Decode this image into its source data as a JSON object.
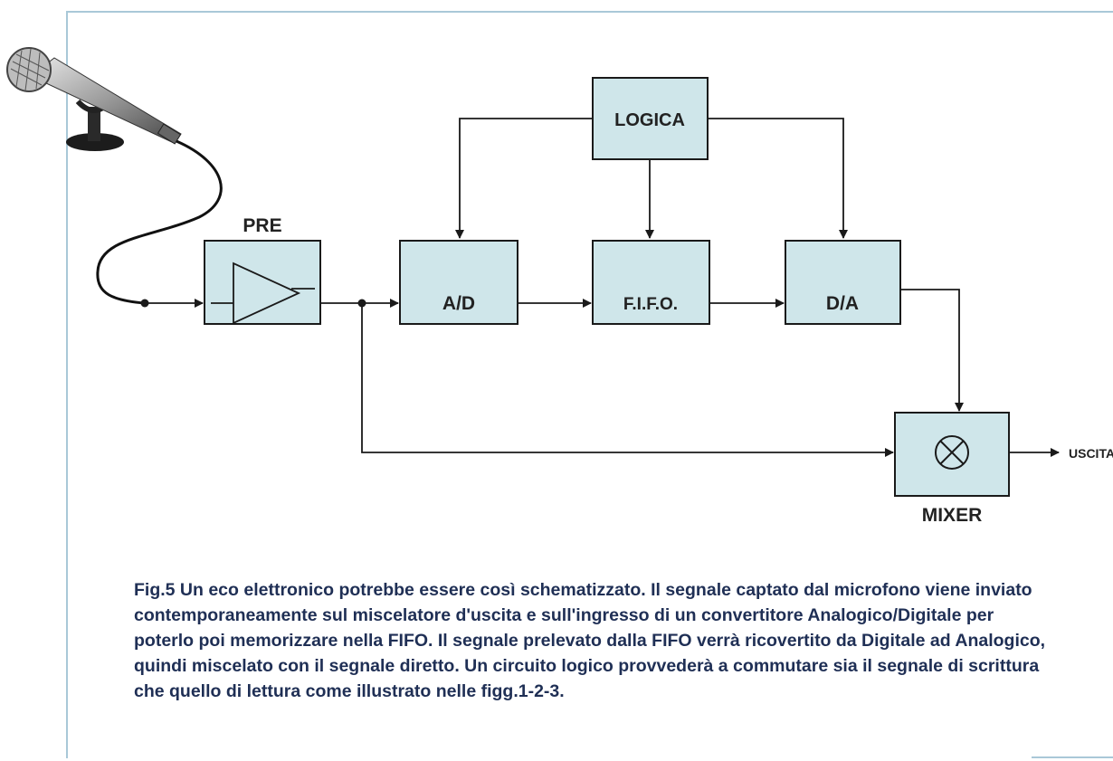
{
  "diagram": {
    "blocks": {
      "pre": "PRE",
      "logica": "LOGICA",
      "ad": "A/D",
      "fifo": "F.I.F.O.",
      "da": "D/A",
      "mixer": "MIXER"
    },
    "output_label": "USCITA"
  },
  "colors": {
    "block_fill": "#cfe6ea",
    "line": "#1a1a1a",
    "frame": "#a9c8d8",
    "caption_text": "#1f2f55"
  },
  "icons": [
    "microphone-icon",
    "amplifier-icon",
    "mixer-cross-icon"
  ],
  "caption": "Fig.5 Un eco elettronico potrebbe essere così schematizzato. Il segnale captato dal microfono viene inviato contemporaneamente sul miscelatore d'uscita e sull'ingresso di un convertitore Analogico/Digitale per poterlo poi memorizzare nella FIFO. Il segnale prelevato dalla FIFO verrà ricovertito da Digitale ad Analogico, quindi miscelato con il segnale diretto. Un circuito logico provvederà a commutare sia il segnale di scrittura che quello di lettura come illustrato nelle figg.1-2-3."
}
